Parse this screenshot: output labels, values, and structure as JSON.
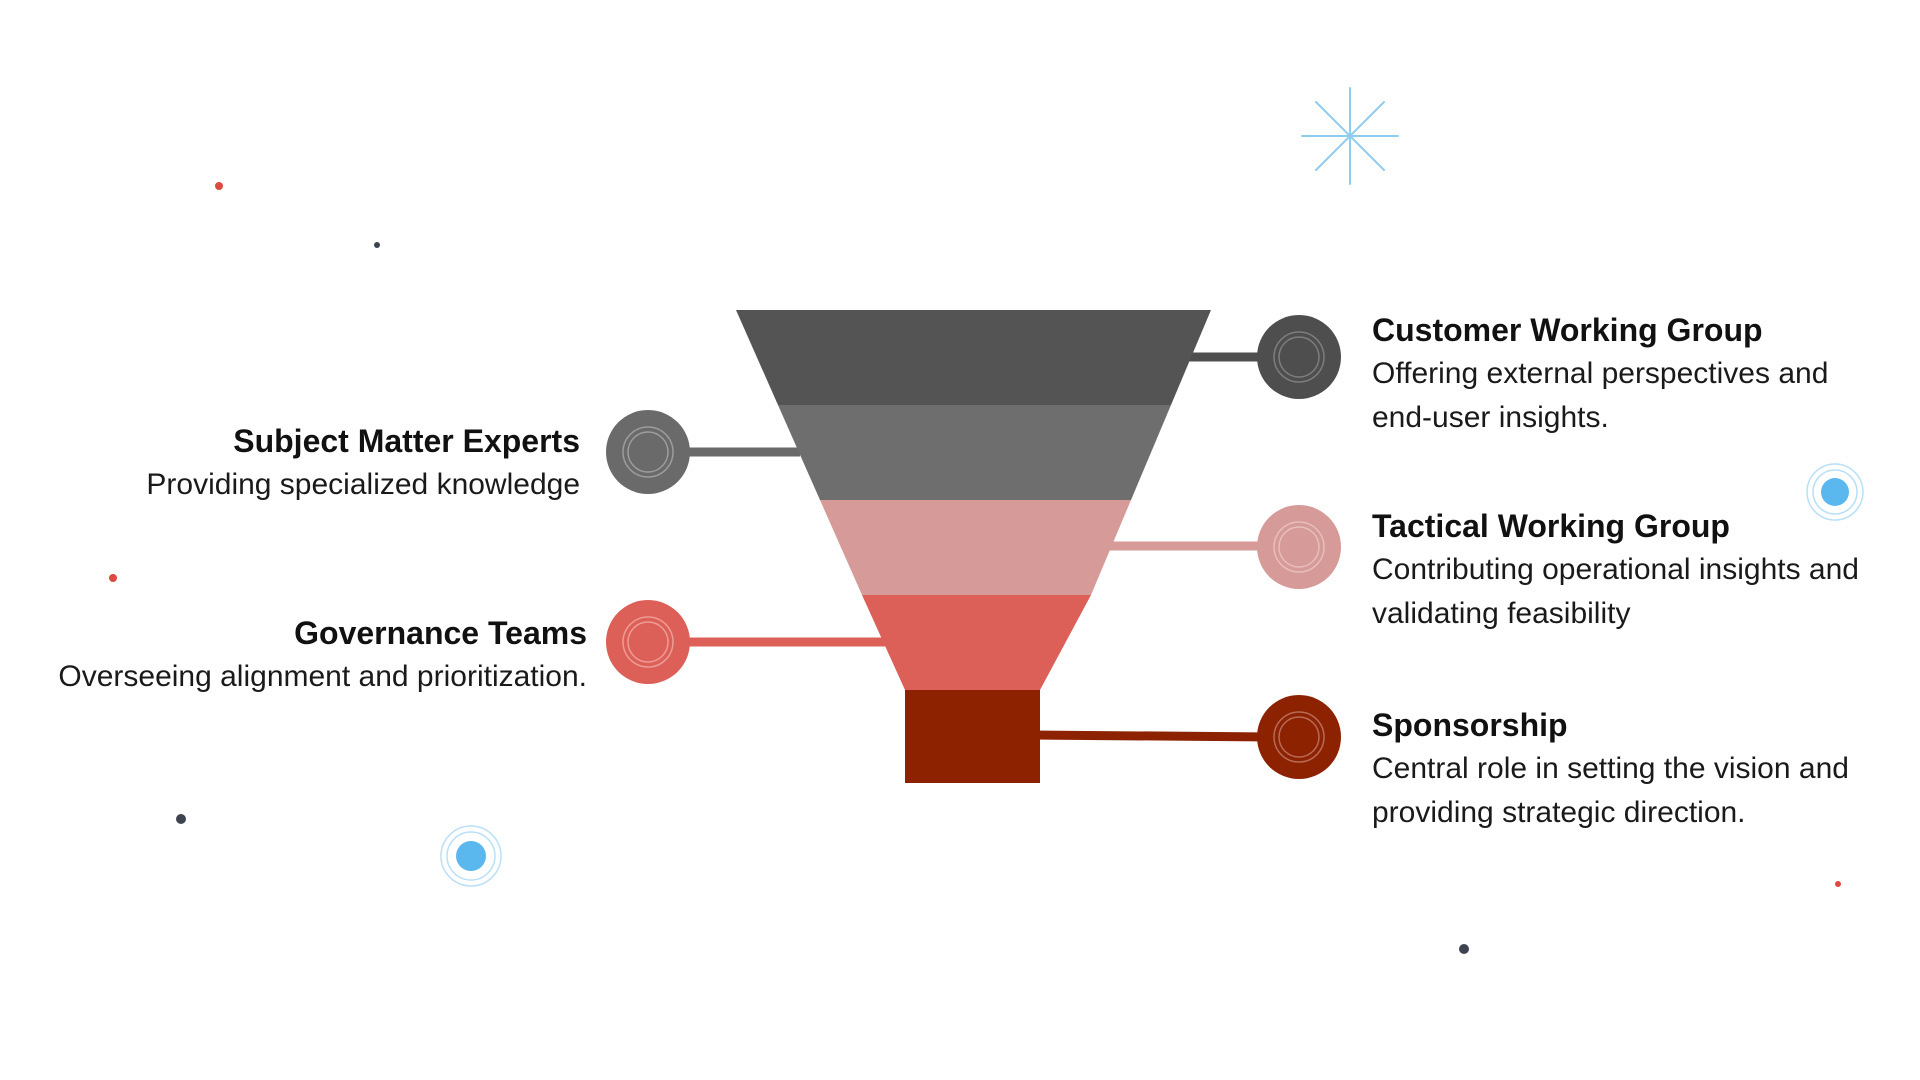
{
  "colors": {
    "stage1": "#545454",
    "stage2": "#6e6e6e",
    "stage3": "#d69a98",
    "stage4": "#dc5f58",
    "stage5": "#8c2200",
    "node_sme": "#6a6a6a",
    "node_gov": "#dc5f58",
    "node_cwg": "#4e4e4e",
    "node_twg": "#d69a98",
    "node_spon": "#8c2200",
    "accent_blue": "#5bb8ee",
    "dot_red": "#dc4a40",
    "dot_dark": "#3d4450"
  },
  "left_labels": [
    {
      "title": "Subject Matter Experts",
      "description": "Providing specialized knowledge"
    },
    {
      "title": "Governance Teams",
      "description": "Overseeing alignment and prioritization."
    }
  ],
  "right_labels": [
    {
      "title": "Customer Working Group",
      "description": "Offering external perspectives and end-user insights."
    },
    {
      "title": "Tactical Working Group",
      "description": "Contributing operational insights and validating feasibility"
    },
    {
      "title": "Sponsorship",
      "description": "Central role in setting the vision and providing strategic direction."
    }
  ]
}
